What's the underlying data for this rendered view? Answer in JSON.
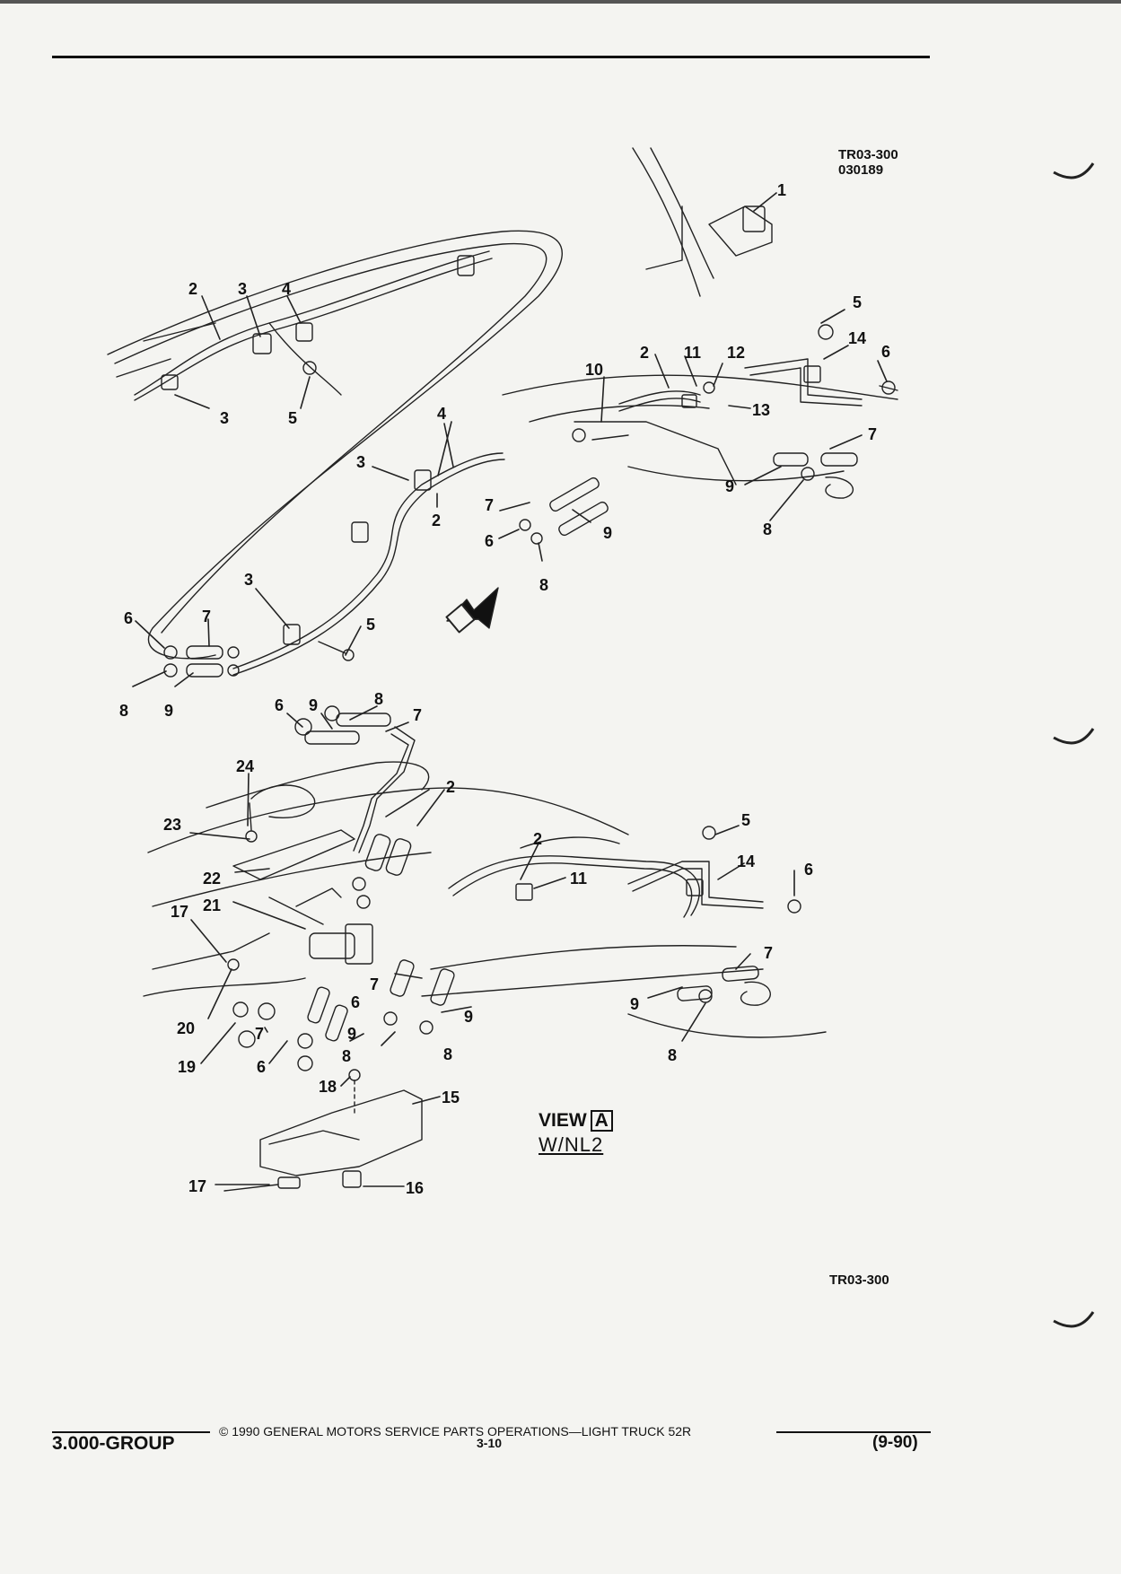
{
  "header": {
    "drawing_code": "TR03-300",
    "drawing_date": "030189"
  },
  "callouts": [
    "1",
    "2",
    "3",
    "4",
    "5",
    "6",
    "7",
    "8",
    "9",
    "10",
    "11",
    "12",
    "13",
    "14",
    "15",
    "16",
    "17",
    "18",
    "19",
    "20",
    "21",
    "22",
    "23",
    "24"
  ],
  "view": {
    "label": "VIEW",
    "marker": "A",
    "variant": "W/NL2"
  },
  "drawing_code_bottom": "TR03-300",
  "footer": {
    "copyright": "© 1990 GENERAL MOTORS SERVICE PARTS OPERATIONS—LIGHT TRUCK 52R",
    "group": "3.000-GROUP",
    "page": "3-10",
    "date": "(9-90)"
  }
}
